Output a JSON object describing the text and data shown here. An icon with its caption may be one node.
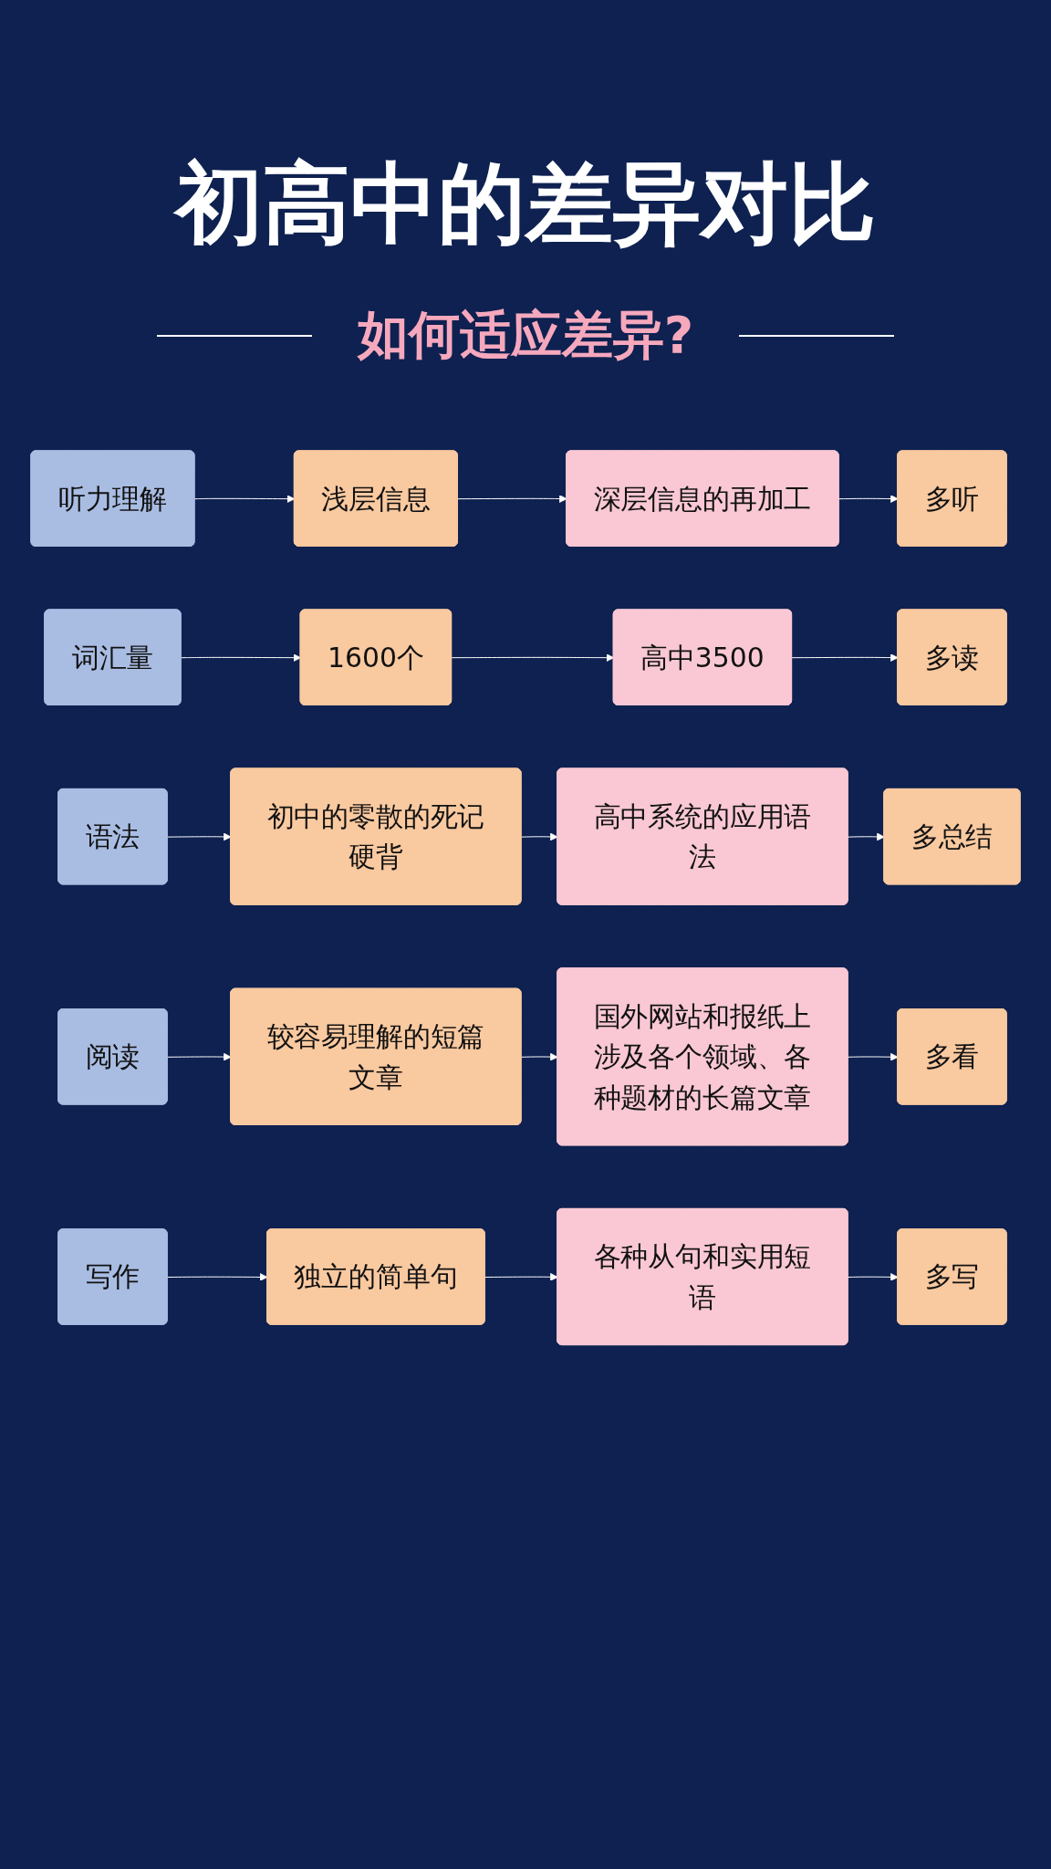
{
  "diagram": {
    "title": "初高中的差异对比",
    "nodes": [
      {
        "text": [
          "听力理解"
        ]
      },
      {
        "text": [
          "浅层信息"
        ]
      },
      {
        "text": [
          "深层信息的再加工"
        ]
      },
      {
        "text": [
          "多听"
        ]
      },
      {
        "text": [
          "词汇量"
        ]
      },
      {
        "text": [
          "1600个"
        ]
      },
      {
        "text": [
          "高中3500"
        ]
      },
      {
        "text": [
          "多读"
        ]
      },
      {
        "text": [
          "语法"
        ]
      },
      {
        "text": [
          "初中的零散的死记硬背"
        ]
      },
      {
        "text": [
          "高中系统的应用语法"
        ]
      },
      {
        "text": [
          "多总结"
        ]
      },
      {
        "text": [
          "阅读"
        ]
      },
      {
        "text": [
          "较容易理解的短篇文章"
        ]
      },
      {
        "text": [
          "国外网站和报纸上涉及各个领域、各种题材的长篇文章"
        ]
      },
      {
        "text": [
          "多看"
        ]
      },
      {
        "text": [
          "写作"
        ]
      },
      {
        "text": [
          "独立的简单句"
        ]
      },
      {
        "text": [
          "各种从句和实用短语"
        ]
      },
      {
        "text": [
          "多写"
        ]
      }
    ],
    "edges": [
      {
        "from": 0,
        "to": 1,
        "arrow": "to"
      },
      {
        "from": 1,
        "to": 2,
        "arrow": "to"
      },
      {
        "from": 2,
        "to": 3,
        "arrow": "to"
      },
      {
        "from": 4,
        "to": 5,
        "arrow": "to"
      },
      {
        "from": 5,
        "to": 6,
        "arrow": "to"
      },
      {
        "from": 6,
        "to": 7,
        "arrow": "to"
      },
      {
        "from": 8,
        "to": 9,
        "arrow": "to"
      },
      {
        "from": 9,
        "to": 10,
        "arrow": "to"
      },
      {
        "from": 10,
        "to": 11,
        "arrow": "to"
      },
      {
        "from": 12,
        "to": 13,
        "arrow": "to"
      },
      {
        "from": 13,
        "to": 14,
        "arrow": "to"
      },
      {
        "from": 14,
        "to": 15,
        "arrow": "to"
      },
      {
        "from": 16,
        "to": 17,
        "arrow": "to"
      },
      {
        "from": 17,
        "to": 18,
        "arrow": "to"
      },
      {
        "from": 18,
        "to": 19,
        "arrow": "to"
      }
    ],
    "labels": [
      "如何适应差异?"
    ]
  }
}
